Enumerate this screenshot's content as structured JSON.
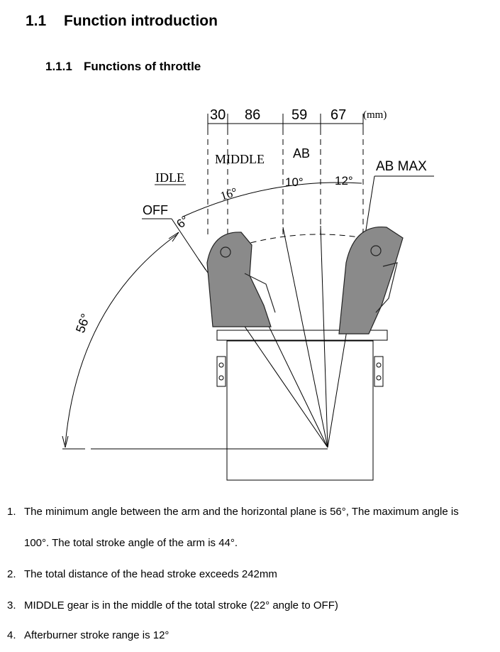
{
  "section": {
    "number": "1.1",
    "title": "Function introduction"
  },
  "subsection": {
    "number": "1.1.1",
    "title": "Functions of throttle"
  },
  "figure": {
    "dims": [
      "30",
      "86",
      "59",
      "67"
    ],
    "unit": "(mm)",
    "labels": {
      "middle": "MIDDLE",
      "ab": "AB",
      "ab_max": "AB MAX",
      "idle": "IDLE",
      "off": "OFF",
      "a16": "16°",
      "a10": "10°",
      "a12": "12°",
      "a6": "6°",
      "a56": "56°"
    }
  },
  "notes": [
    {
      "n": "1.",
      "line1": "The minimum angle between the arm and the horizontal plane is 56°, The maximum angle is",
      "line2": "100°. The total stroke angle of the arm is 44°."
    },
    {
      "n": "2.",
      "line1": "The total distance of the head stroke exceeds 242mm"
    },
    {
      "n": "3.",
      "line1": "MIDDLE gear is in the middle of the total stroke (22° angle to OFF)"
    },
    {
      "n": "4.",
      "line1": "Afterburner stroke range is 12°"
    }
  ]
}
